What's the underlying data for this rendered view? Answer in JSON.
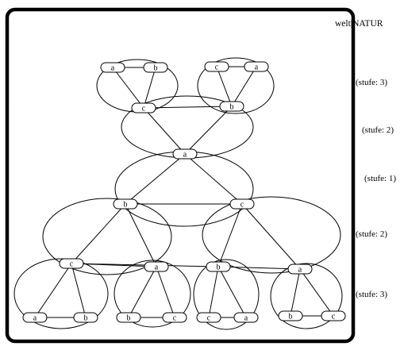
{
  "title": "welt|NATUR",
  "levels": [
    {
      "id": "top-3",
      "label": "(stufe: 3)"
    },
    {
      "id": "top-2",
      "label": "(stufe: 2)"
    },
    {
      "id": "mid-1",
      "label": "(stufe: 1)"
    },
    {
      "id": "bot-2",
      "label": "(stufe: 2)"
    },
    {
      "id": "bot-3",
      "label": "(stufe: 3)"
    }
  ],
  "nodes": [
    {
      "id": "t1a",
      "label": "a"
    },
    {
      "id": "t1b",
      "label": "b"
    },
    {
      "id": "t1c",
      "label": "c"
    },
    {
      "id": "t2c",
      "label": "c"
    },
    {
      "id": "t2a",
      "label": "a"
    },
    {
      "id": "t2b",
      "label": "b"
    },
    {
      "id": "s2a",
      "label": "a"
    },
    {
      "id": "s1b",
      "label": "b"
    },
    {
      "id": "s1c",
      "label": "c"
    },
    {
      "id": "l2c",
      "label": "c"
    },
    {
      "id": "l2a",
      "label": "a"
    },
    {
      "id": "r2b",
      "label": "b"
    },
    {
      "id": "r2a",
      "label": "a"
    },
    {
      "id": "b1a",
      "label": "a"
    },
    {
      "id": "b1b",
      "label": "b"
    },
    {
      "id": "b2b",
      "label": "b"
    },
    {
      "id": "b2c",
      "label": "c"
    },
    {
      "id": "b3c",
      "label": "c"
    },
    {
      "id": "b3a",
      "label": "a"
    },
    {
      "id": "b4b",
      "label": "b"
    },
    {
      "id": "b4c",
      "label": "c"
    }
  ]
}
